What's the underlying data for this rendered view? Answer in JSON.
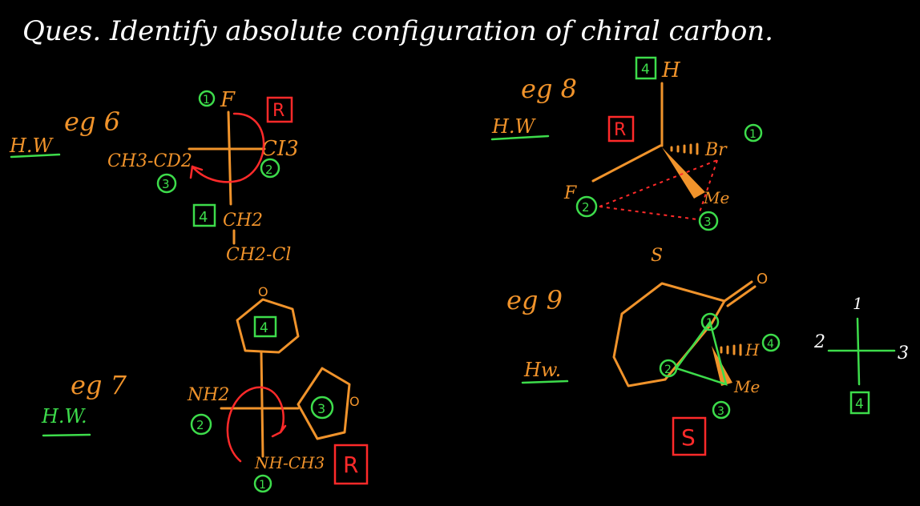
{
  "question": "Ques. Identify absolute configuration of chiral carbon.",
  "examples": {
    "eg6": {
      "title": "eg 6",
      "hw": "H.W",
      "top": "F",
      "top_rank": "1",
      "right": "CI3",
      "right_rank": "2",
      "left": "CH3-CD2",
      "left_rank": "3",
      "bottom": "CH2",
      "bottom_rank": "4",
      "bottom_chain": "CH2-Cl",
      "result": "R"
    },
    "eg7": {
      "title": "eg 7",
      "hw": "H.W.",
      "top_rank": "4",
      "top_label": "O",
      "left": "NH2",
      "left_rank": "2",
      "right_rank": "3",
      "right_label": "O",
      "bottom": "NH-CH3",
      "bottom_rank": "1",
      "result": "R"
    },
    "eg8": {
      "title": "eg 8",
      "hw": "H.W",
      "top": "H",
      "top_rank": "4",
      "right": "Br",
      "right_rank": "1",
      "left": "F",
      "left_rank": "2",
      "wedge": "Me",
      "wedge_rank": "3",
      "result": "R",
      "below_mark": "S"
    },
    "eg9": {
      "title": "eg 9",
      "hw": "Hw.",
      "carbonyl": "O",
      "hash": "H",
      "hash_rank": "4",
      "rank1": "1",
      "rank2": "2",
      "wedge": "Me",
      "wedge_rank": "3",
      "result": "S",
      "cross_top": "1",
      "cross_left": "2",
      "cross_right": "3",
      "cross_bottom": "4"
    }
  }
}
